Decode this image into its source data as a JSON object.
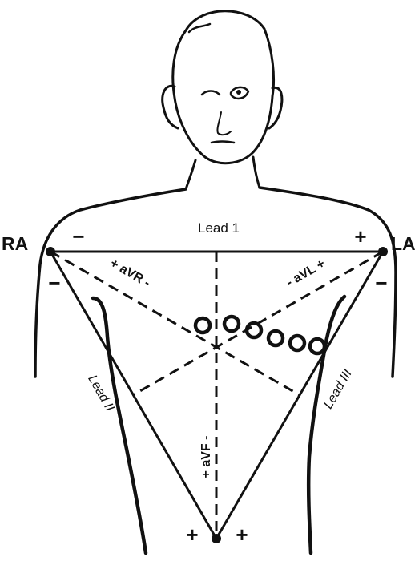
{
  "electrodes": {
    "right_arm": "RA",
    "left_arm": "LA"
  },
  "leads": {
    "lead_1": "Lead 1",
    "lead_2": "Lead II",
    "lead_3": "Lead III",
    "avr": "+ aVR -",
    "avl": "- aVL +",
    "avf": "+ aVF -"
  },
  "polarity": {
    "minus": "−",
    "plus": "+"
  },
  "chest_electrodes": 6,
  "colors": {
    "line": "#111111",
    "background": "#ffffff"
  }
}
